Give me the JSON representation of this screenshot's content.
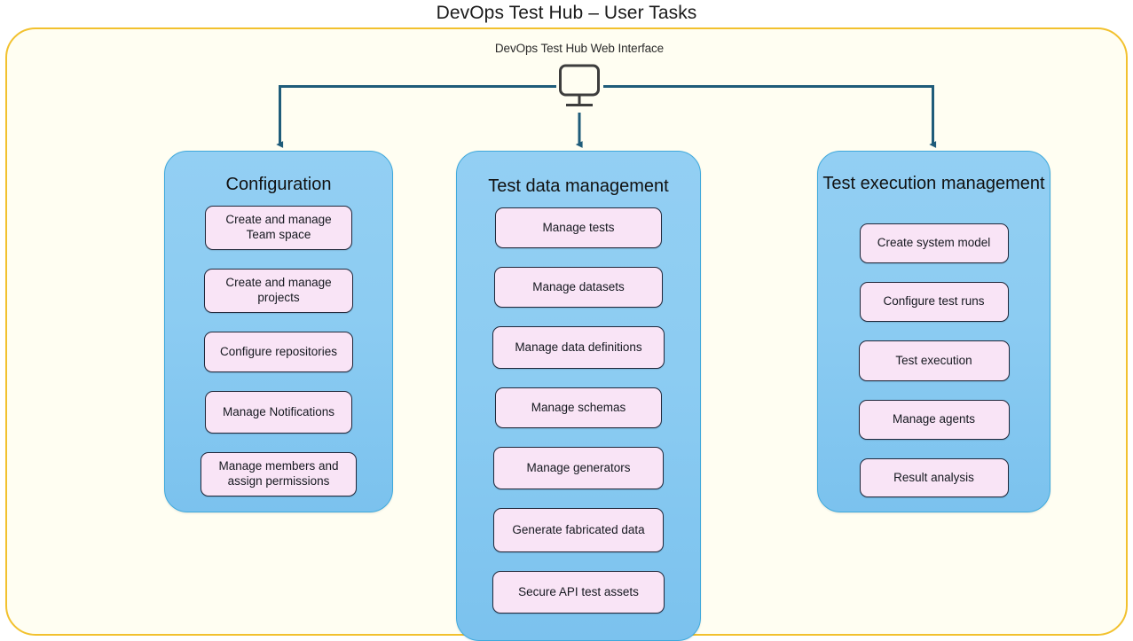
{
  "diagram": {
    "title": "DevOps Test Hub – User Tasks",
    "root_label": "DevOps Test Hub Web Interface",
    "root_icon": "monitor-icon"
  },
  "colors": {
    "frame_border": "#F2C12E",
    "frame_background": "#FFFEF2",
    "panel_fill": "#8CCCF2",
    "panel_border": "#3FA9DC",
    "task_fill": "#F9E4F6",
    "task_border": "#21283B",
    "connector": "#1F5C7A",
    "title_text": "#1a1a1a"
  },
  "columns": [
    {
      "id": "configuration",
      "title": "Configuration",
      "items": [
        {
          "label": "Create and manage Team space",
          "height": 50
        },
        {
          "label": "Create and manage projects",
          "height": 50
        },
        {
          "label": "Configure repositories",
          "height": 46
        },
        {
          "label": "Manage Notifications",
          "height": 48
        },
        {
          "label": "Manage members and assign permissions",
          "height": 50
        }
      ]
    },
    {
      "id": "test-data-management",
      "title": "Test data management",
      "items": [
        {
          "label": "Manage tests",
          "height": 46
        },
        {
          "label": "Manage datasets",
          "height": 46
        },
        {
          "label": "Manage data definitions",
          "height": 48
        },
        {
          "label": "Manage schemas",
          "height": 46
        },
        {
          "label": "Manage generators",
          "height": 48
        },
        {
          "label": "Generate fabricated data",
          "height": 50
        },
        {
          "label": "Secure API test assets",
          "height": 48
        }
      ]
    },
    {
      "id": "test-execution-management",
      "title": "Test execution management",
      "items": [
        {
          "label": "Create system model",
          "height": 45
        },
        {
          "label": "Configure test runs",
          "height": 45
        },
        {
          "label": "Test execution",
          "height": 46
        },
        {
          "label": "Manage agents",
          "height": 45
        },
        {
          "label": "Result analysis",
          "height": 44
        }
      ]
    }
  ]
}
